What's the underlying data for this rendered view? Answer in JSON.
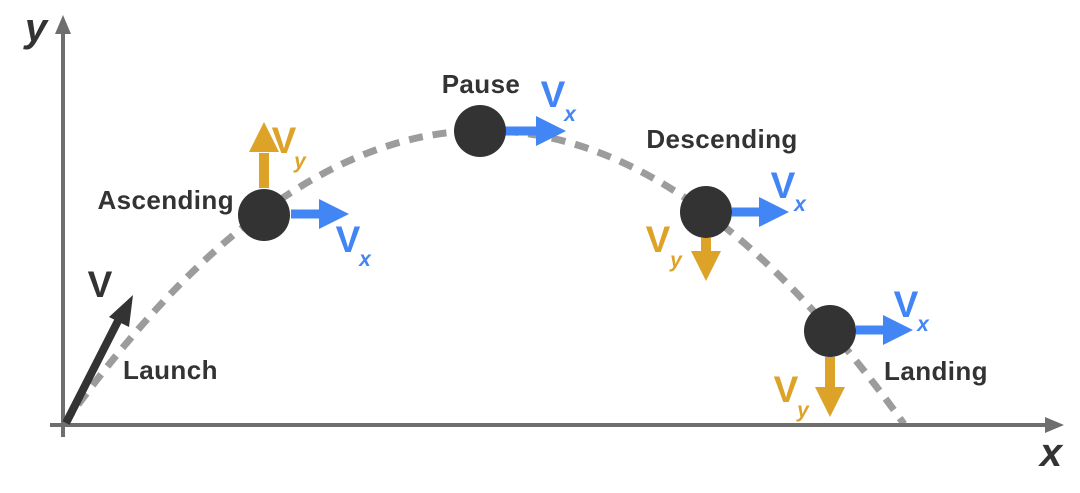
{
  "colors": {
    "ink": "#333333",
    "axis": "#6E6E6E",
    "trajectory": "#9C9C9C",
    "vx": "#4285F4",
    "vy": "#DCA328"
  },
  "axes": {
    "y_label": "y",
    "x_label": "x"
  },
  "launch": {
    "velocity_label": "V",
    "label": "Launch"
  },
  "stages": [
    {
      "label": "Ascending",
      "vx_main": "V",
      "vx_sub": "x",
      "vy_main": "V",
      "vy_sub": "y"
    },
    {
      "label": "Pause",
      "vx_main": "V",
      "vx_sub": "x"
    },
    {
      "label": "Descending",
      "vx_main": "V",
      "vx_sub": "x",
      "vy_main": "V",
      "vy_sub": "y"
    },
    {
      "label": "Landing",
      "vx_main": "V",
      "vx_sub": "x",
      "vy_main": "V",
      "vy_sub": "y"
    }
  ]
}
